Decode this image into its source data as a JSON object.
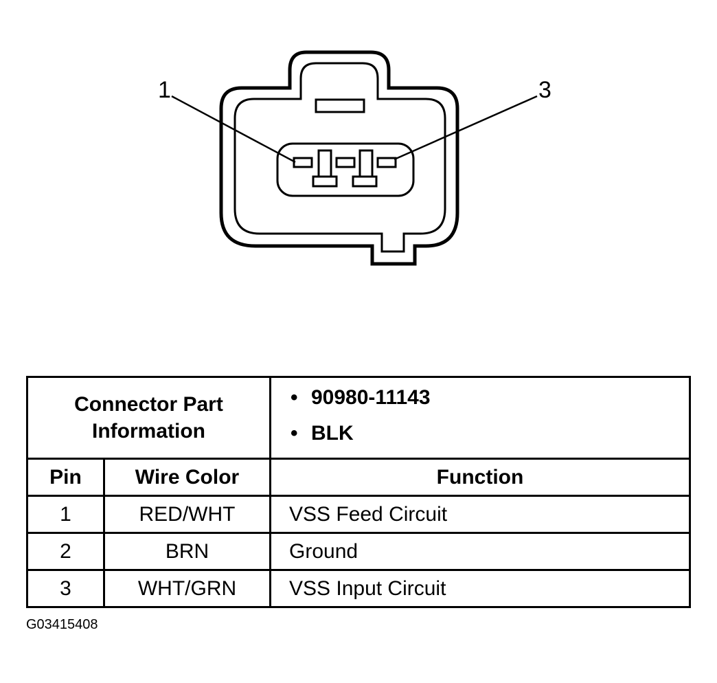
{
  "diagram": {
    "callouts": {
      "pin1": "1",
      "pin3": "3"
    }
  },
  "table": {
    "header_label": [
      "Connector Part",
      "Information"
    ],
    "part_info": [
      "90980-11143",
      "BLK"
    ],
    "columns": {
      "pin": "Pin",
      "wire_color": "Wire Color",
      "function": "Function"
    },
    "rows": [
      {
        "pin": "1",
        "wire_color": "RED/WHT",
        "function": "VSS Feed Circuit"
      },
      {
        "pin": "2",
        "wire_color": "BRN",
        "function": "Ground"
      },
      {
        "pin": "3",
        "wire_color": "WHT/GRN",
        "function": "VSS Input Circuit"
      }
    ]
  },
  "figure_id": "G03415408"
}
